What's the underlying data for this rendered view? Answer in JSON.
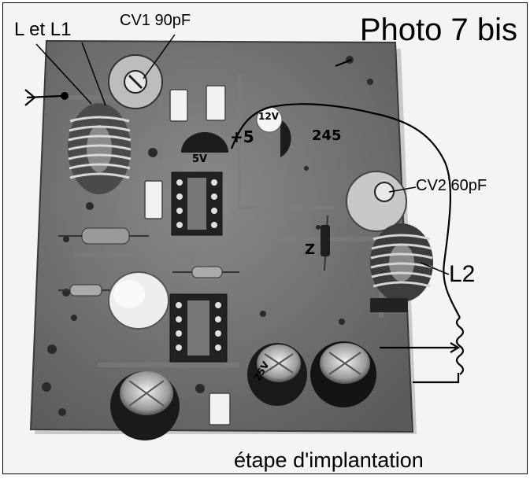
{
  "title": "Photo 7 bis",
  "caption": "étape d'implantation",
  "labels": {
    "cv1": "CV1 90pF",
    "l_l1": "L et L1",
    "cv2": "CV2 60pF",
    "l2": "L2"
  },
  "handwriting": {
    "plus5": "+5",
    "v5": "5V",
    "v12": "12V",
    "code245": "245",
    "z": "Z",
    "v25": "25V"
  },
  "colors": {
    "board": "#6e6e6e",
    "ink": "#000000",
    "paper": "#f4f4f4"
  }
}
